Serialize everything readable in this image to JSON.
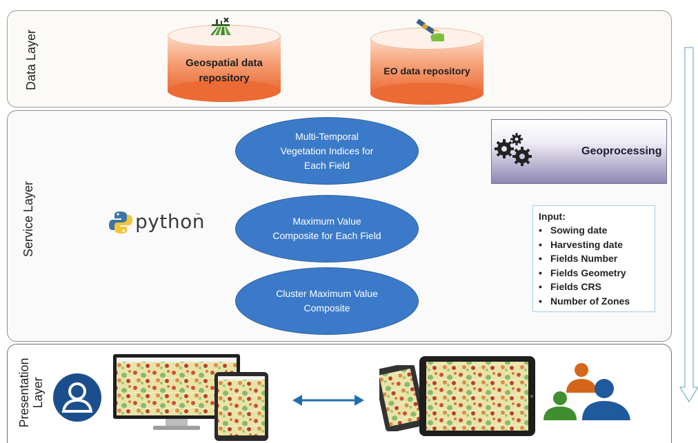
{
  "layers": {
    "data": "Data Layer",
    "service": "Service Layer",
    "presentation": "Presentation\nLayer"
  },
  "repositories": [
    {
      "label": "Geospatial  data\nrepository",
      "icon": "farm-field-icon"
    },
    {
      "label": "EO data repository",
      "icon": "satellite-icon"
    }
  ],
  "processes": [
    "Multi-Temporal\nVegetation Indices for\nEach Field",
    "Maximum Value\nComposite for Each Field",
    "Cluster Maximum Value\nComposite"
  ],
  "geoprocessing": {
    "label": "Geoprocessing",
    "icon": "gears-icon"
  },
  "python_logo": {
    "text": "python",
    "tm": "™"
  },
  "inputs": {
    "title": "Input:",
    "items": [
      "Sowing date",
      "Harvesting date",
      "Fields Number",
      "Fields Geometry",
      "Fields CRS",
      "Number of Zones"
    ]
  },
  "colors": {
    "cylinder": "#ec6b35",
    "process_ellipse": "#3b7ac8",
    "arrow": "#1f6fb0",
    "user_icon": "#1b4e8c",
    "group_orange": "#d4661c",
    "group_green": "#3f8f2f",
    "group_blue": "#1f5a9e"
  }
}
